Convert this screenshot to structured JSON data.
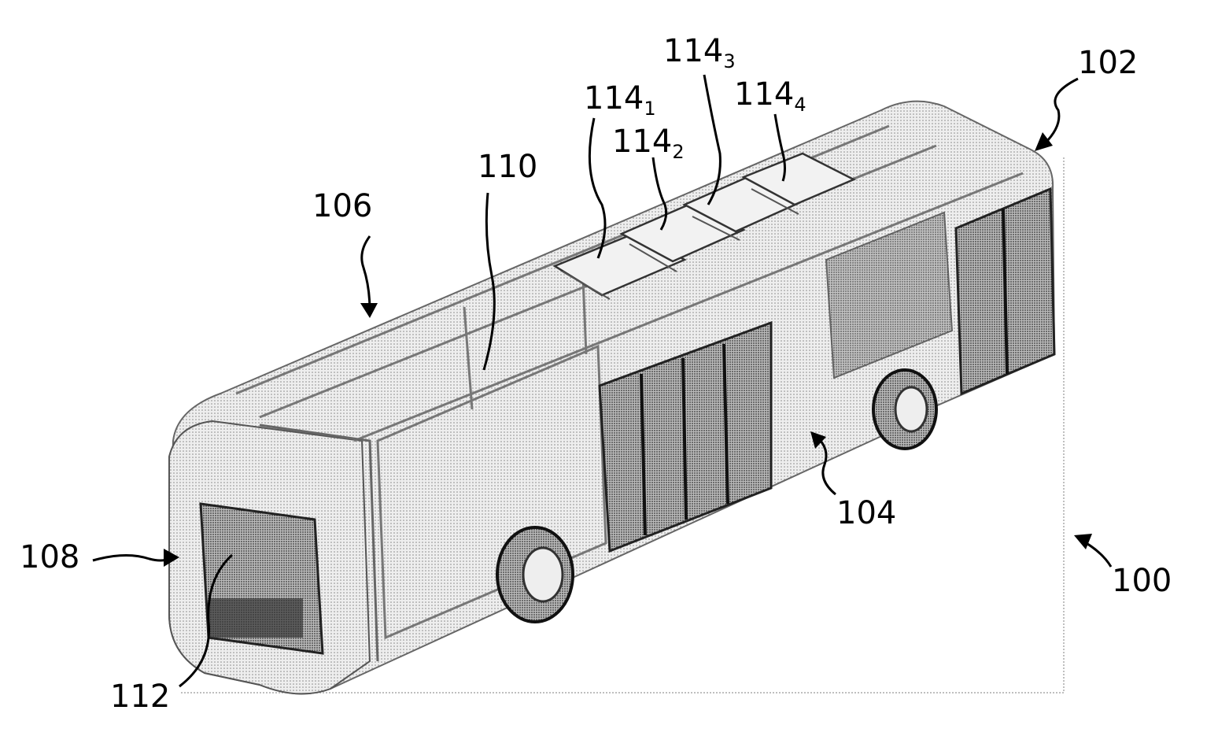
{
  "figure": {
    "labels": {
      "vehicle": "100",
      "rear_end": "102",
      "side": "104",
      "roof": "106",
      "front_end": "108",
      "interior": "110",
      "drive_unit": "112",
      "battery_base": "114",
      "battery_1_sub": "1",
      "battery_2_sub": "2",
      "battery_3_sub": "3",
      "battery_4_sub": "4"
    },
    "colors": {
      "line": "#000000",
      "body": "#d9d9d9",
      "shade": "#9a9a9a",
      "dark": "#4a4a4a"
    }
  }
}
